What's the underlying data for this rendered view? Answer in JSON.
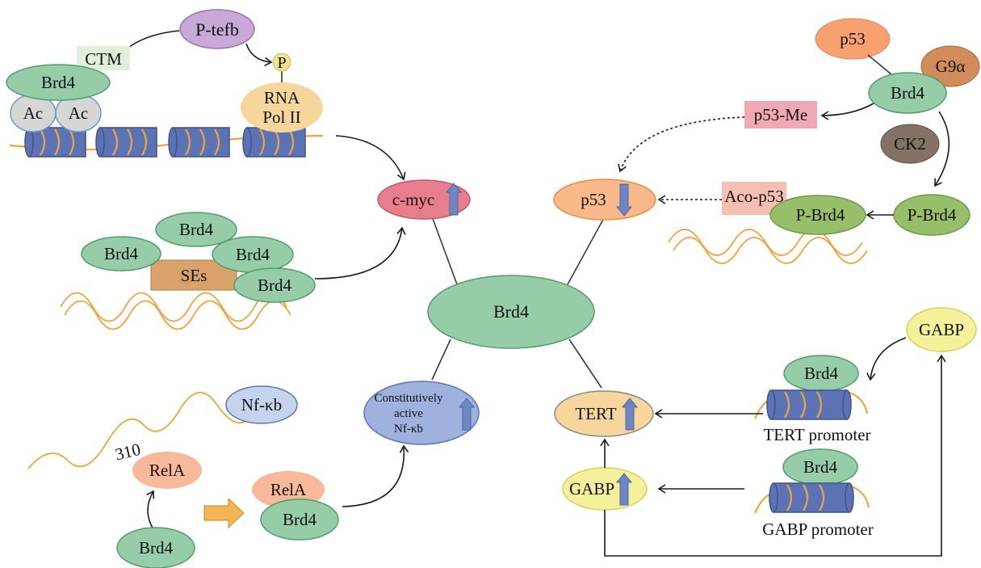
{
  "colors": {
    "brd4_fill": "#96cda8",
    "brd4_stroke": "#4f9e6b",
    "ac_fill": "#d6d6d6",
    "ac_stroke": "#6a9cc6",
    "ptefb_fill": "#c7a8d6",
    "ptefb_stroke": "#9b73b3",
    "p_fill": "#f2e48f",
    "rnapol_fill": "#f7d69c",
    "ctm_fill": "#e2efda",
    "cmyc_fill": "#e87d8d",
    "cmyc_stroke": "#c25a6a",
    "p53_fill": "#f9b989",
    "p53_stroke": "#f08a3c",
    "p53_top_fill": "#f8a070",
    "g9a_fill": "#d18c5a",
    "ck2_fill": "#857265",
    "pbrd4_fill": "#97bf6a",
    "pbrd4_stroke": "#6e9a45",
    "p53me_fill": "#f0a8b2",
    "acop53_fill": "#f5c0b0",
    "ses_fill": "#d9a26a",
    "nfkb_fill": "#9fb2de",
    "nfkb_stroke": "#5b76b5",
    "nfkb_small_fill": "#c6d3ec",
    "tert_fill": "#f7d69c",
    "tert_stroke": "#8a8a8a",
    "gabp_fill": "#f5f09a",
    "gabp_stroke": "#d8cf5e",
    "rela_fill": "#f8b89a",
    "nucleosome_fill": "#5b72b5",
    "nucleosome_stroke": "#3f548a",
    "orange_arrow": "#f4b554",
    "up_arrow": "#6d86c4"
  },
  "labels": {
    "ptefb": "P-tefb",
    "ctm": "CTM",
    "p": "P",
    "brd4_top": "Brd4",
    "ac_left": "Ac",
    "ac_right": "Ac",
    "rna_pol_line1": "RNA",
    "rna_pol_line2": "Pol II",
    "cmyc": "c-myc",
    "brd4_se_top": "Brd4",
    "brd4_se_left": "Brd4",
    "brd4_se_right": "Brd4",
    "brd4_se_bottom": "Brd4",
    "ses": "SEs",
    "brd4_center": "Brd4",
    "p53_top": "p53",
    "g9a": "G9α",
    "brd4_right": "Brd4",
    "p53_me": "p53-Me",
    "ck2": "CK2",
    "p53_center": "p53",
    "aco_p53": "Aco-p53",
    "pbrd4_left": "P-Brd4",
    "pbrd4_right": "P-Brd4",
    "gabp_top": "GABP",
    "brd4_tert_promoter": "Brd4",
    "tert": "TERT",
    "tert_promoter": "TERT promoter",
    "brd4_gabp_promoter": "Brd4",
    "gabp_center": "GABP",
    "gabp_promoter": "GABP promoter",
    "nfkb_small": "Nf-κb",
    "nfkb_line1": "Constitutively",
    "nfkb_line2": "active",
    "nfkb_line3": "Nf-κb",
    "site_310": "310",
    "rela_left": "RelA",
    "brd4_bottom_left": "Brd4",
    "rela_right": "RelA",
    "brd4_bottom_right": "Brd4"
  }
}
